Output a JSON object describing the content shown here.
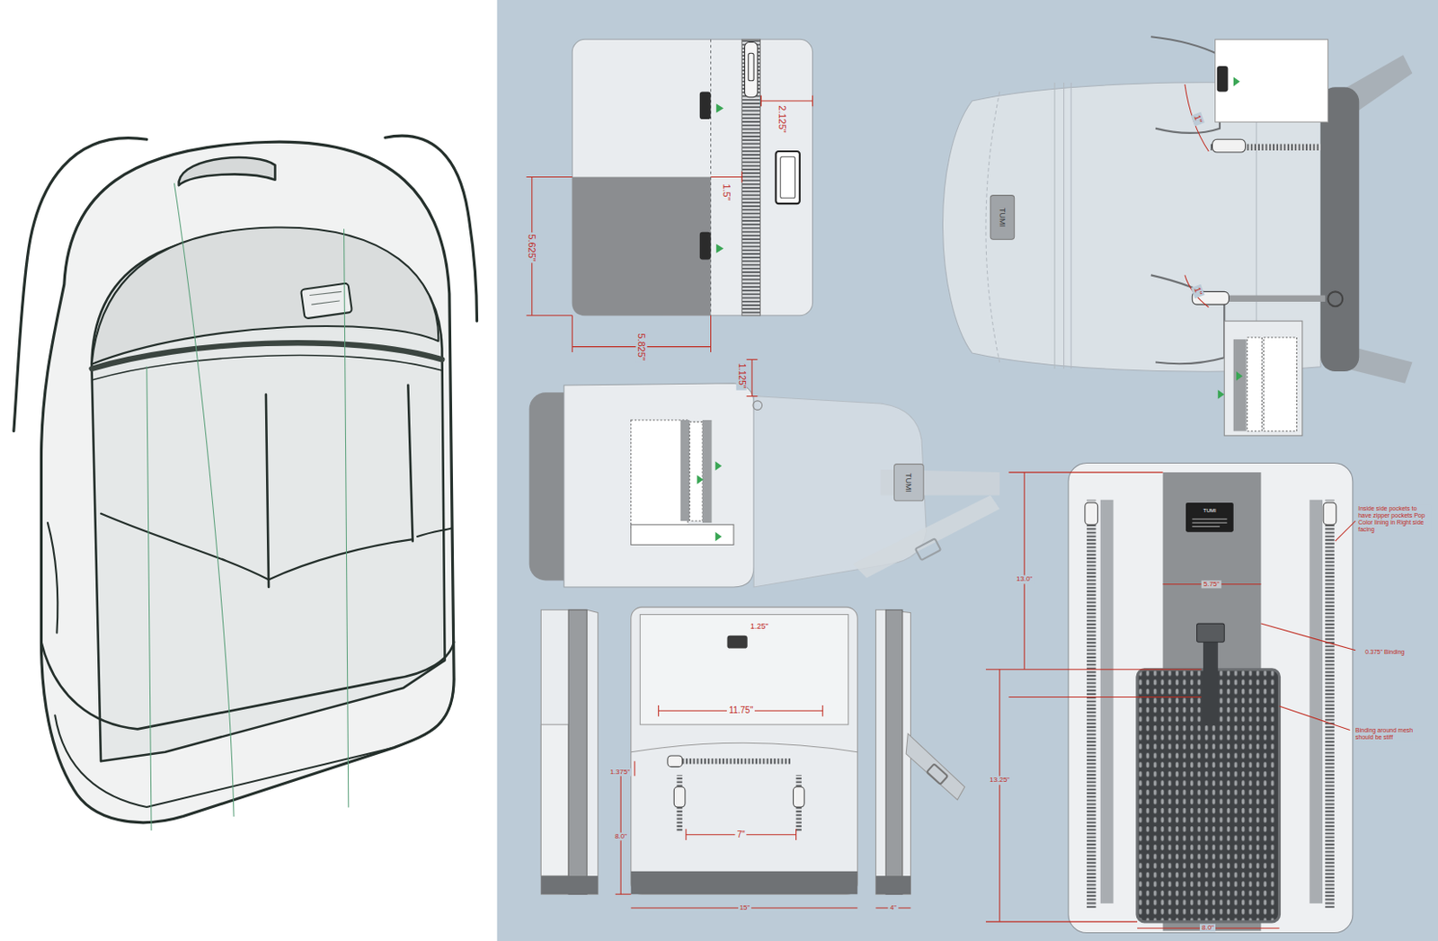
{
  "diagram": {
    "labels": [
      "2.125\"",
      "1.5\"",
      "5.625\"",
      "5.825\"",
      "1.125\"",
      "1.25\"",
      "11.75\"",
      "1.375\"",
      "8.0\"",
      "7\"",
      "15\"",
      "4\"",
      "1\"",
      "1\"",
      "13.0\"",
      "5.75\"",
      "0.375\" Binding",
      "13.25\"",
      "8.0\"",
      "Inside side pockets to have zipper pockets Pop Color lining in Right side facing",
      "Binding around mesh should be stiff",
      "TUMI",
      "TUMI",
      "TUMI"
    ]
  }
}
